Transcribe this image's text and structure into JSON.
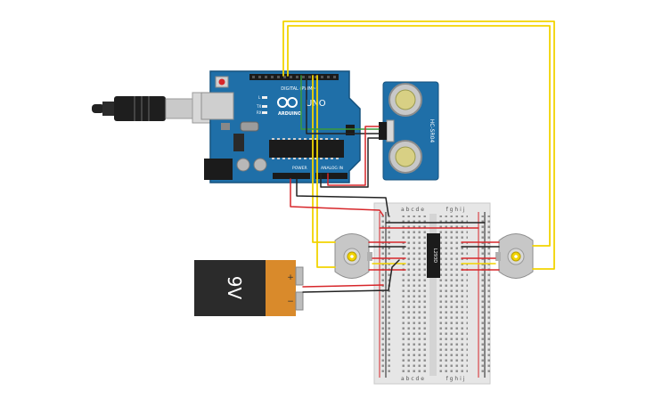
{
  "arduino": {
    "brand": "ARDUINO",
    "model": "UNO",
    "digital_label": "DIGITAL (PWM~)",
    "power_label": "POWER",
    "analog_label": "ANALOG IN",
    "l_label": "L",
    "tx_label": "TX",
    "rx_label": "RX"
  },
  "sensor": {
    "model": "HC-SR04"
  },
  "battery": {
    "voltage_label": "9V",
    "plus": "+",
    "minus": "−"
  },
  "breadboard": {
    "cols_left": [
      "a",
      "b",
      "c",
      "d",
      "e"
    ],
    "cols_right": [
      "f",
      "g",
      "h",
      "i",
      "j"
    ]
  },
  "driver_ic": {
    "label": "L293D"
  },
  "colors": {
    "arduino_board": "#1f6fa8",
    "wire_yellow": "#f2d400",
    "wire_red": "#d7262a",
    "wire_black": "#222222",
    "wire_green": "#3a9a3a",
    "battery_copper": "#d98a2b",
    "breadboard": "#e6e6e6"
  },
  "icons": [
    "usb-cable-icon",
    "motor-icon",
    "ultrasonic-sensor-icon",
    "battery-icon",
    "ic-chip-icon"
  ]
}
